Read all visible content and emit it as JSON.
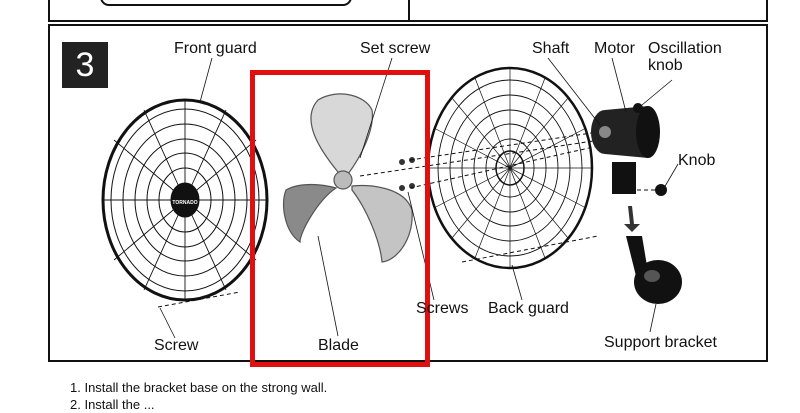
{
  "step": {
    "number": "3"
  },
  "labels": {
    "front_guard": "Front guard",
    "set_screw": "Set screw",
    "shaft": "Shaft",
    "motor": "Motor",
    "oscillation_knob": "Oscillation\nknob",
    "knob": "Knob",
    "screw": "Screw",
    "blade": "Blade",
    "screws": "Screws",
    "back_guard": "Back guard",
    "support_bracket": "Support bracket"
  },
  "brand": {
    "hub_text": "TORNADO"
  },
  "highlight": {
    "color": "#e01010"
  },
  "instructions": [
    "1. Install the bracket base on the strong wall.",
    "2. Install the ..."
  ]
}
